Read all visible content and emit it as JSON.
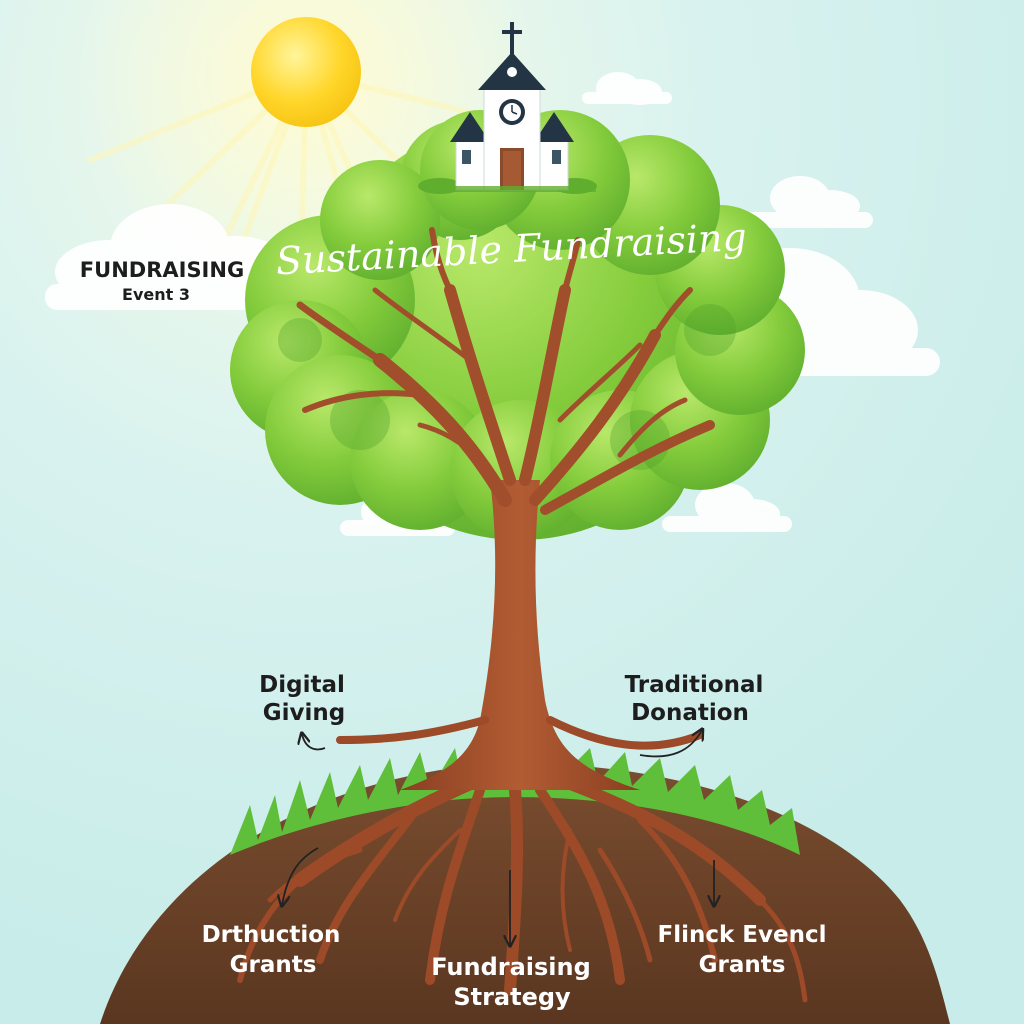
{
  "title": "Sustainable Fundraising",
  "side_label": {
    "line1": "FUNDRAISING",
    "line2": "Event 3"
  },
  "branch_labels": {
    "digital": {
      "line1": "Digital",
      "line2": "Giving"
    },
    "traditional": {
      "line1": "Traditional",
      "line2": "Donation"
    }
  },
  "root_labels": {
    "left": {
      "line1": "Drthuction",
      "line2": "Grants"
    },
    "center": {
      "line1": "Fundraising",
      "line2": "Strategy"
    },
    "right": {
      "line1": "Flinck Evencl",
      "line2": "Grants"
    }
  },
  "icons": [
    "sun-icon",
    "church-icon",
    "tree-icon",
    "cloud-icon",
    "arrow-icon"
  ],
  "colors": {
    "sky": "#d8f2ef",
    "foliage": "#7cc63a",
    "trunk": "#a14e2c",
    "soil": "#6b4328",
    "grass": "#5fbf3a",
    "sun": "#ffd62a"
  }
}
